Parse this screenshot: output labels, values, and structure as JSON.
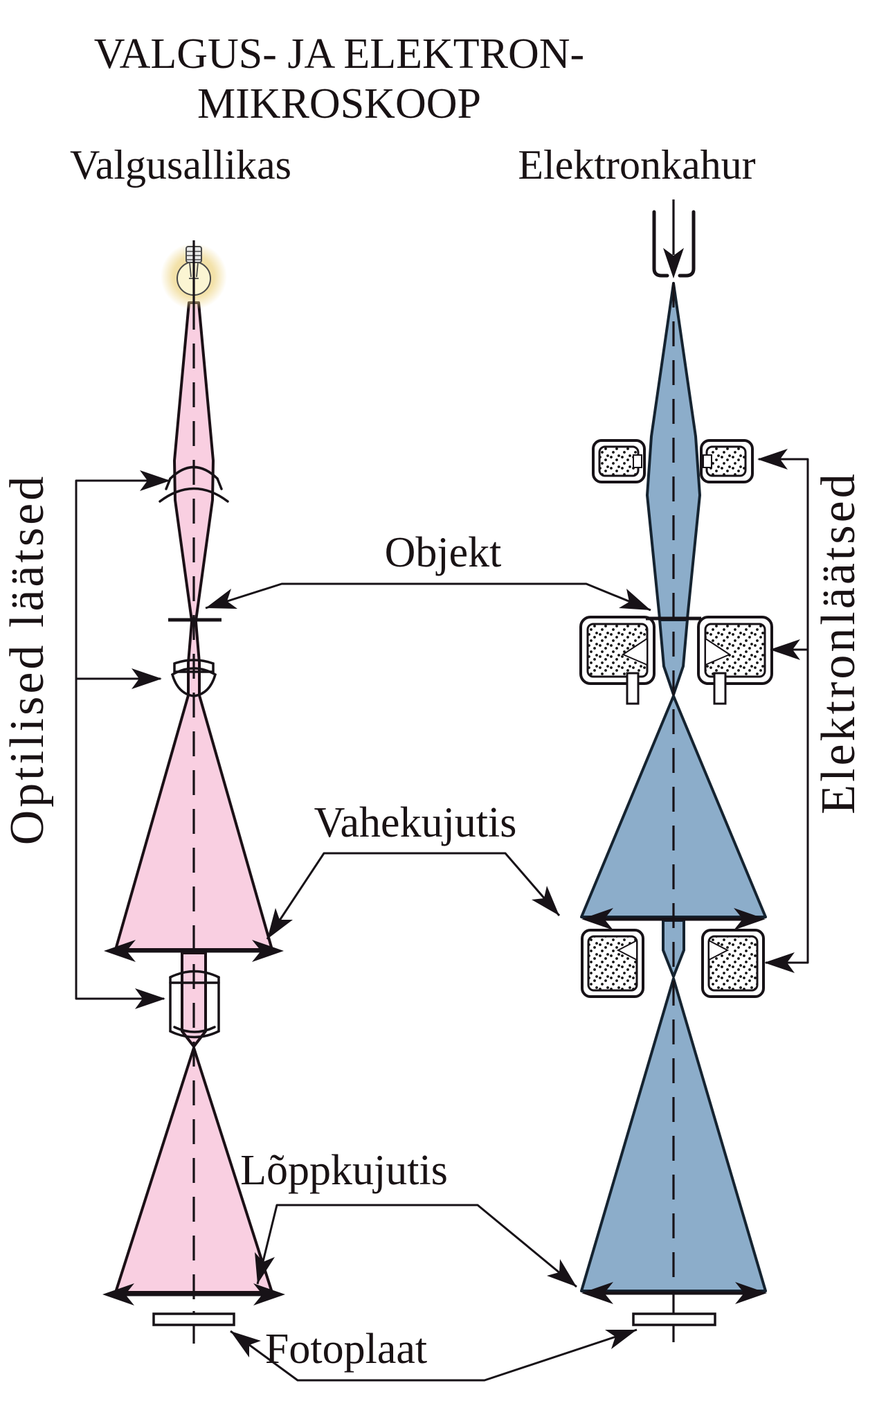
{
  "title": {
    "line1": "VALGUS- JA ELEKTRON-",
    "line2": "MIKROSKOOP"
  },
  "light_column": {
    "source_label": "Valgusallikas",
    "lens_group_label": "Optilised läätsed"
  },
  "electron_column": {
    "source_label": "Elektronkahur",
    "lens_group_label": "Elektronläätsed"
  },
  "shared_labels": {
    "object": "Objekt",
    "intermediate_image": "Vahekujutis",
    "final_image": "Lõppkujutis",
    "photo_plate": "Fotoplaat"
  },
  "colors": {
    "light_beam": "#f9cfe1",
    "electron_beam": "#8cadca",
    "bulb_glow": "#efd88e",
    "bulb_glass": "#fbf5d3"
  }
}
